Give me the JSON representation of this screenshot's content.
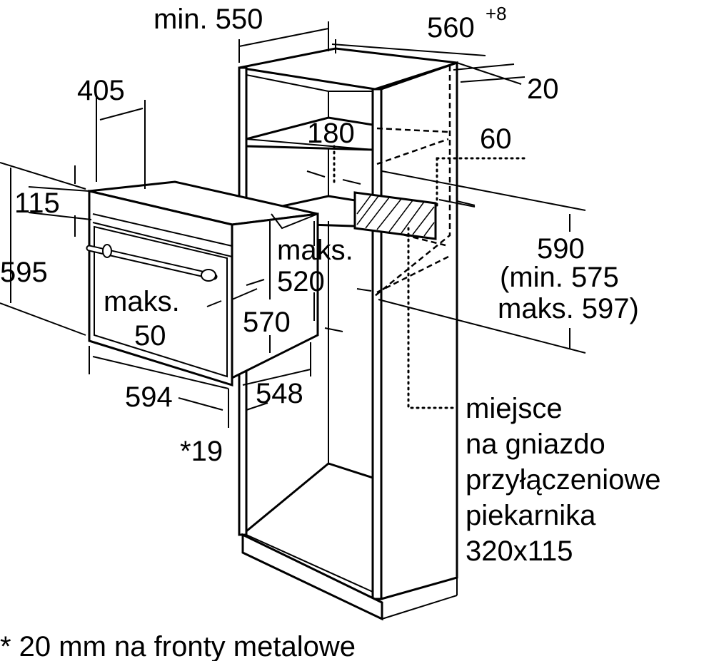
{
  "dimensions": {
    "cabinet_depth_min": "min. 550",
    "cabinet_width": "560",
    "cabinet_width_tolerance": "+8",
    "panel_thickness": "20",
    "oven_depth_top": "405",
    "vent_gap": "180",
    "gap_60": "60",
    "panel_height": "115",
    "oven_height": "595",
    "niche_height": "590",
    "niche_height_min": "(min. 575",
    "niche_height_max": "maks. 597)",
    "maks_label_a": "maks.",
    "maks_value_a": "520",
    "maks_label_b": "maks.",
    "maks_value_b": "50",
    "depth_570": "570",
    "oven_width": "594",
    "depth_548": "548",
    "front_19": "*19"
  },
  "socket_note": {
    "line1": "miejsce",
    "line2": "na gniazdo",
    "line3": "przyłączeniowe",
    "line4": "piekarnika",
    "line5": "320x115"
  },
  "footnote": "* 20 mm na fronty metalowe"
}
